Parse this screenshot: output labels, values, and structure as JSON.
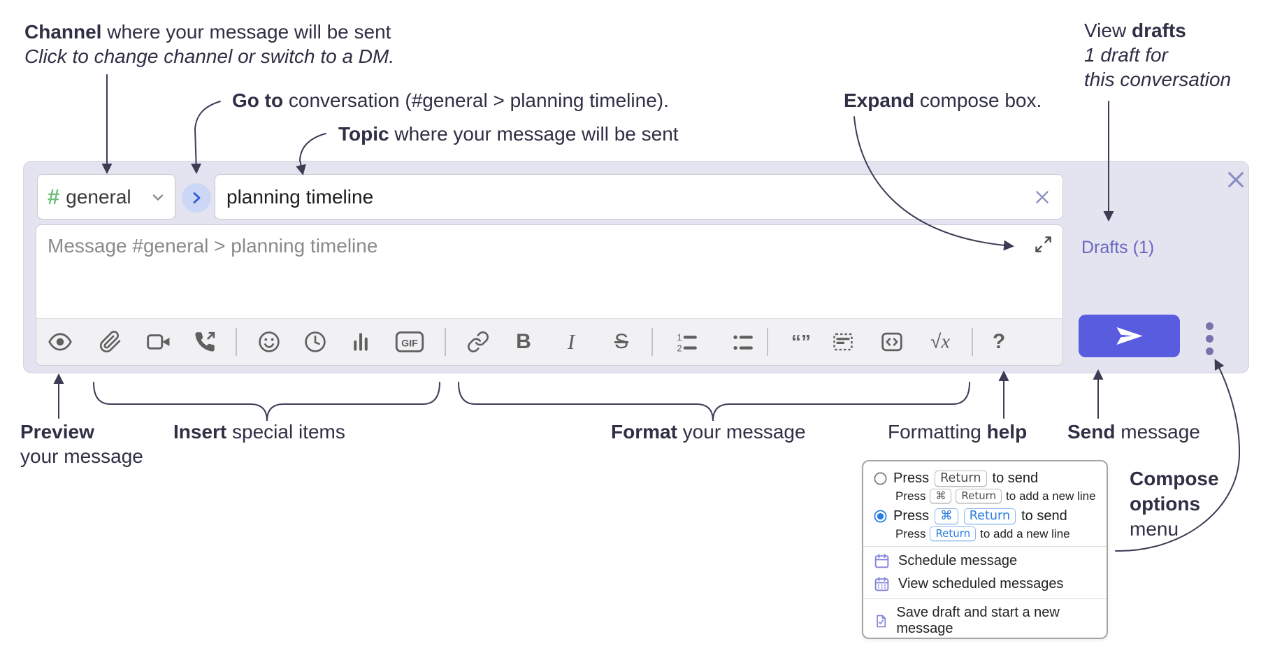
{
  "annotations": {
    "channel": {
      "bold": "Channel",
      "rest": " where your message will be sent",
      "line2": "Click to change channel or switch to a DM."
    },
    "goto": {
      "bold": "Go to",
      "rest": " conversation (#general > planning timeline)."
    },
    "topic": {
      "bold": "Topic",
      "rest": " where your message will be sent"
    },
    "expand": {
      "bold": "Expand",
      "rest": " compose box."
    },
    "view_drafts": {
      "pre": "View ",
      "bold": "drafts",
      "line2": "1 draft for",
      "line3": "this conversation"
    },
    "preview": {
      "bold": "Preview",
      "line2": "your message"
    },
    "insert": {
      "bold": "Insert",
      "rest": " special items"
    },
    "format": {
      "bold": "Format",
      "rest": " your message"
    },
    "formatting_help": {
      "pre": "Formatting ",
      "bold": "help"
    },
    "send": {
      "bold": "Send",
      "rest": " message"
    },
    "compose_options": {
      "line1": "Compose",
      "line2": "options",
      "line3": "menu"
    }
  },
  "compose": {
    "channel_hash": "#",
    "channel_name": "general",
    "topic_value": "planning timeline",
    "message_placeholder": "Message #general > planning timeline",
    "drafts_link": "Drafts (1)",
    "toolbar": {
      "gif": "GIF",
      "bold": "B",
      "italic": "I",
      "strike": "S",
      "ol_1": "1",
      "ol_2": "2",
      "quote_open": "“",
      "quote_close": "”",
      "math_root": "√",
      "math_x": "x",
      "help": "?"
    }
  },
  "popup": {
    "option1": {
      "pre": "Press",
      "key": "Return",
      "post": "to send",
      "sub_pre": "Press",
      "sub_key1": "⌘",
      "sub_key2": "Return",
      "sub_post": "to add a new line"
    },
    "option2": {
      "pre": "Press",
      "key1": "⌘",
      "key2": "Return",
      "post": "to send",
      "sub_pre": "Press",
      "sub_key": "Return",
      "sub_post": "to add a new line"
    },
    "schedule": "Schedule message",
    "view_scheduled": "View scheduled messages",
    "save_draft": "Save draft and start a new message"
  },
  "colors": {
    "accent": "#5a5ce0",
    "drafts_link": "#6968bf",
    "radio_blue": "#2b7de0",
    "hash_green": "#6abf77",
    "panel": "#e4e4f1",
    "annotation_text": "#2f2f45"
  }
}
